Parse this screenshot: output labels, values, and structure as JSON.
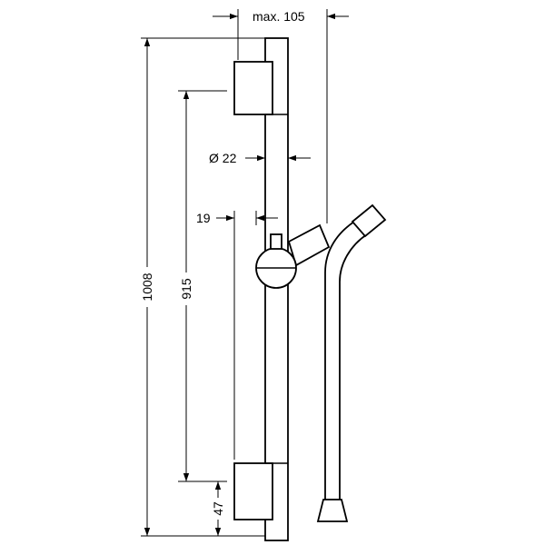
{
  "dimensions": {
    "max_projection": "max. 105",
    "tube_diameter": "Ø 22",
    "slider_offset": "19",
    "total_length": "1008",
    "bracket_spacing": "915",
    "bottom_offset": "47"
  }
}
